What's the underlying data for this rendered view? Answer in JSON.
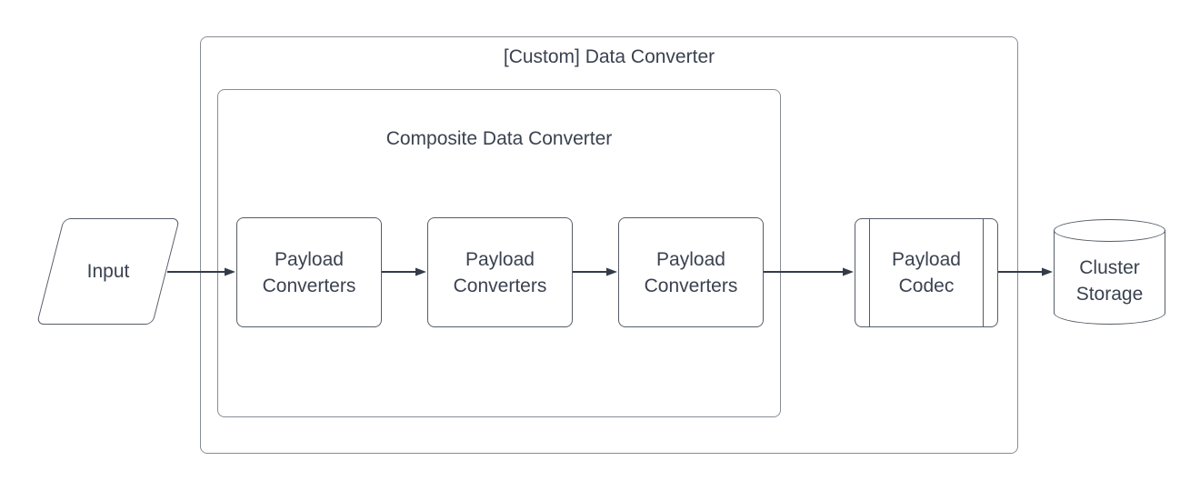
{
  "diagram": {
    "type": "flowchart",
    "background": "#ffffff",
    "colors": {
      "arrow": "#333b49",
      "shape_border": "#565d67",
      "container_border": "#888d95",
      "text": "#3a4250",
      "shape_fill": "#ffffff"
    },
    "containers": {
      "custom_data_converter": {
        "label": "[Custom] Data Converter"
      },
      "composite_data_converter": {
        "label": "Composite Data Converter"
      }
    },
    "nodes": {
      "input": {
        "label": "Input",
        "shape": "parallelogram"
      },
      "payload_converter_1": {
        "label": "Payload Converters",
        "shape": "rounded-rectangle"
      },
      "payload_converter_2": {
        "label": "Payload Converters",
        "shape": "rounded-rectangle"
      },
      "payload_converter_3": {
        "label": "Payload Converters",
        "shape": "rounded-rectangle"
      },
      "payload_codec": {
        "label": "Payload Codec",
        "shape": "predefined-process"
      },
      "cluster_storage": {
        "label": "Cluster Storage",
        "shape": "cylinder"
      }
    },
    "edges": [
      {
        "from": "input",
        "to": "payload_converter_1",
        "directed": true
      },
      {
        "from": "payload_converter_1",
        "to": "payload_converter_2",
        "directed": true
      },
      {
        "from": "payload_converter_2",
        "to": "payload_converter_3",
        "directed": true
      },
      {
        "from": "payload_converter_3",
        "to": "payload_codec",
        "directed": true
      },
      {
        "from": "payload_codec",
        "to": "cluster_storage",
        "directed": true
      }
    ]
  }
}
